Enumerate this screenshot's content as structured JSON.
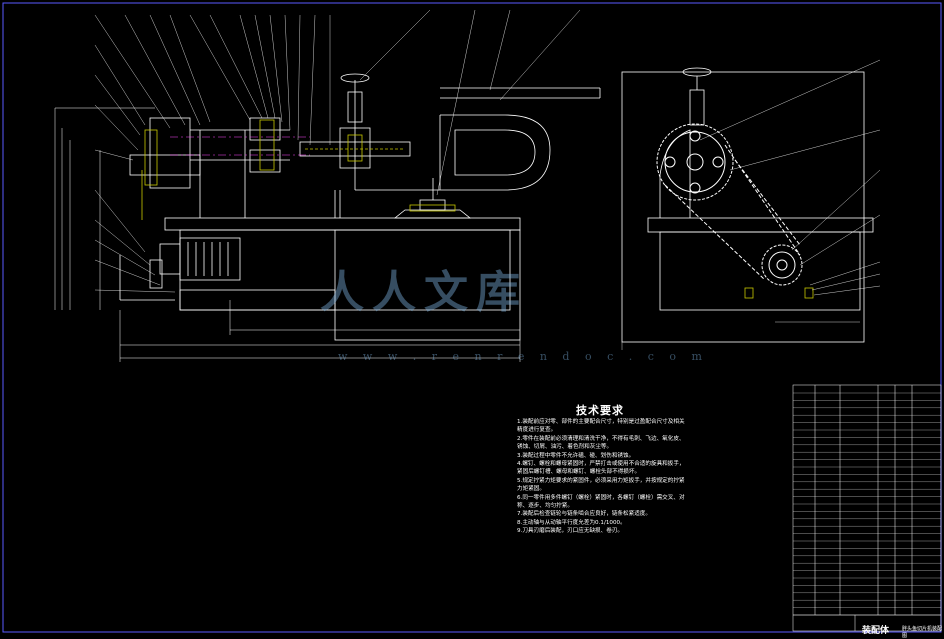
{
  "technical_requirements": {
    "title": "技术要求",
    "items": [
      "1.装配前应对零、部件的主要配合尺寸，特别是过盈配合尺寸及相关精度进行复查。",
      "2.零件在装配前必须清理和清洗干净，不得有毛刺、飞边、氧化皮、锈蚀、切屑、油污、着色剂和灰尘等。",
      "3.装配过程中零件不允许磕、碰、划伤和锈蚀。",
      "4.螺钉、螺栓和螺母紧固时，严禁打击或使用不合适的旋具和扳手，紧固后螺钉槽、螺母和螺钉、螺栓头部不得损坏。",
      "5.规定拧紧力矩要求的紧固件，必须采用力矩扳手，并按规定的拧紧力矩紧固。",
      "6.同一零件用多件螺钉（螺栓）紧固时，各螺钉（螺栓）需交叉、对称、逐步、均匀拧紧。",
      "7.装配后检查链轮与链条啮合应良好，链条松紧适度。",
      "8.主动轴与从动轴平行度允差为0.1/1000。",
      "9.刀具刃磨后装配，刃口应无缺损、卷刃。"
    ]
  },
  "title_block": {
    "title": "装配体",
    "subtitle": "胖头鱼切片机装配图"
  },
  "watermark": {
    "text": "人人文库",
    "url": "w w w . r e n r e n d o c . c o m"
  },
  "colors": {
    "background": "#000000",
    "lines": "#ffffff",
    "dimensions": "#00ffff",
    "frame": "#5a5aff",
    "hatching": "#c8c800"
  }
}
